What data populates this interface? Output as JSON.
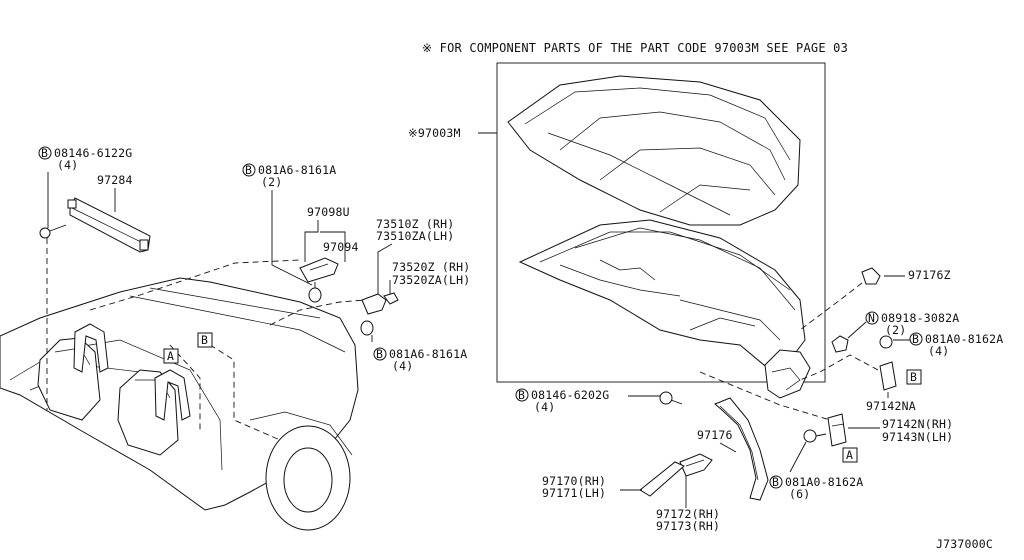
{
  "note": "※ FOR COMPONENT PARTS OF THE PART CODE 97003M SEE PAGE 03",
  "diagram_code": "J737000C",
  "bolt_symbol": "B",
  "nut_symbol": "N",
  "labels": {
    "l08146_6122g": "08146-6122G",
    "l08146_6122g_qty": "(4)",
    "l97284": "97284",
    "l081a6_8161a_top": "081A6-8161A",
    "l081a6_8161a_top_qty": "(2)",
    "l97098u": "97098U",
    "l97094": "97094",
    "l73510z": "73510Z (RH)",
    "l73510za": "73510ZA(LH)",
    "l73520z": "73520Z (RH)",
    "l73520za": "73520ZA(LH)",
    "l081a6_8161a_bot": "081A6-8161A",
    "l081a6_8161a_bot_qty": "(4)",
    "l97003m": "※97003M",
    "l97176z": "97176Z",
    "l08918_3082a": "08918-3082A",
    "l08918_3082a_qty": "(2)",
    "l081a0_8162a_top": "081A0-8162A",
    "l081a0_8162a_top_qty": "(4)",
    "l97142na": "97142NA",
    "l97142n": "97142N(RH)",
    "l97143n": "97143N(LH)",
    "l08146_6202g": "08146-6202G",
    "l08146_6202g_qty": "(4)",
    "l97176": "97176",
    "l97170": "97170(RH)",
    "l97171": "97171(LH)",
    "l97172": "97172(RH)",
    "l97173": "97173(RH)",
    "l081a0_8162a_bot": "081A0-8162A",
    "l081a0_8162a_bot_qty": "(6)"
  },
  "ref_markers": {
    "a_car": "A",
    "b_car": "B",
    "b_right": "B",
    "a_right": "A"
  }
}
